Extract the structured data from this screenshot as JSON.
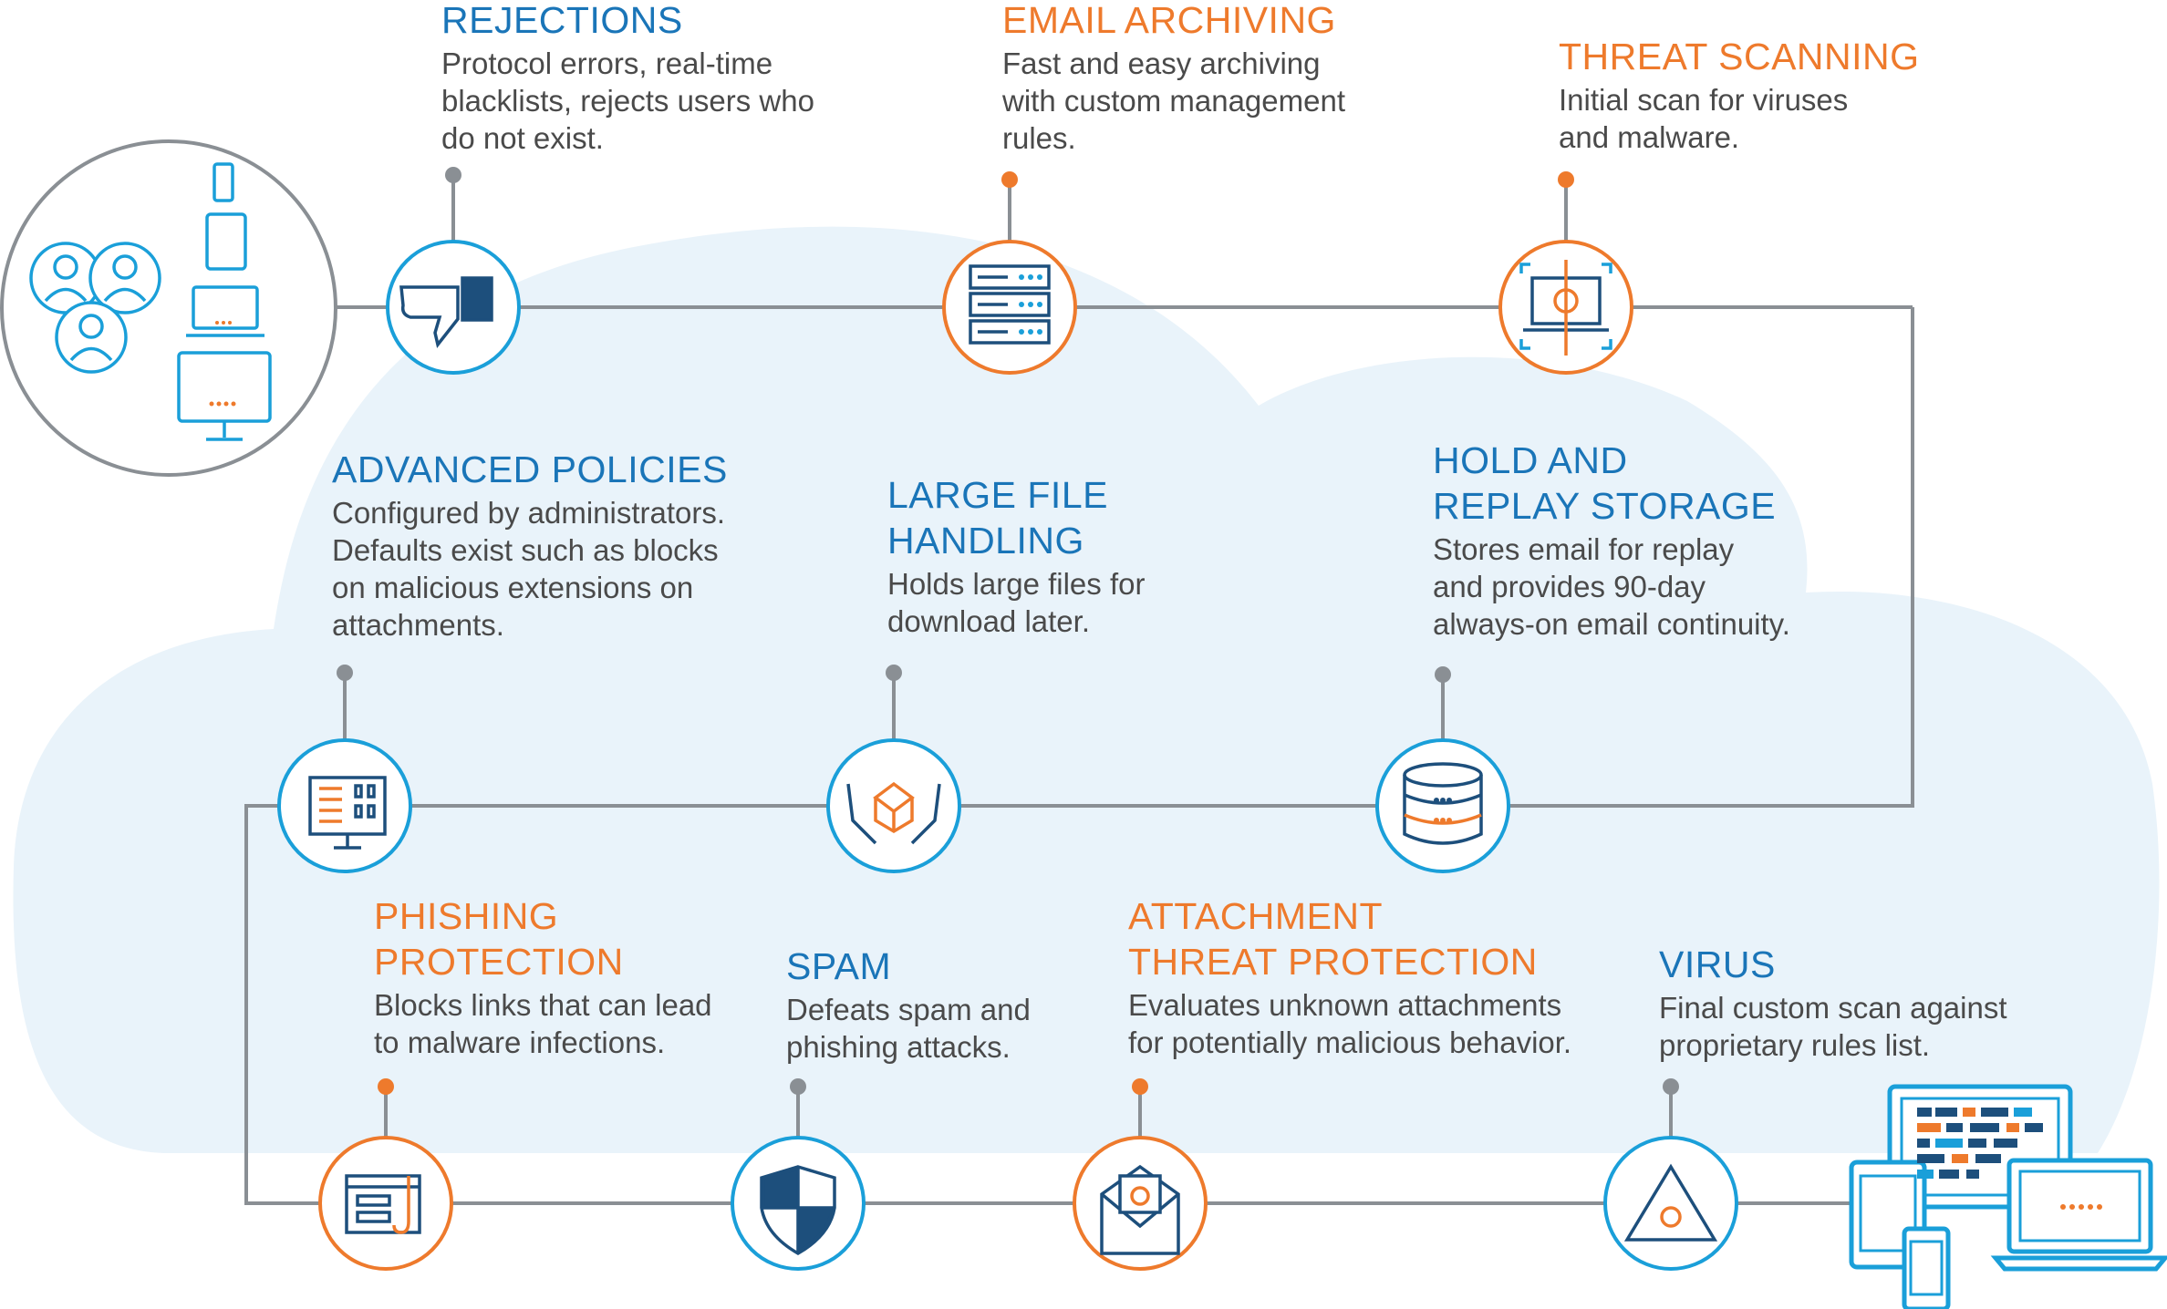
{
  "colors": {
    "blue": "#1a9fd9",
    "orange": "#ee7a2c",
    "title_blue": "#1a75b8",
    "line_gray": "#8a8f94",
    "cloud": "#e9f3fa",
    "navy": "#1d4f7c"
  },
  "steps": {
    "rejections": {
      "title": [
        "REJECTIONS"
      ],
      "desc": [
        "Protocol errors, real-time",
        "blacklists, rejects users who",
        "do not exist."
      ],
      "icon": "thumbs-down-icon"
    },
    "email_archiving": {
      "title": [
        "EMAIL ARCHIVING"
      ],
      "desc": [
        "Fast and easy archiving",
        "with custom management",
        "rules."
      ],
      "icon": "server-rack-icon"
    },
    "threat_scanning": {
      "title": [
        "THREAT SCANNING"
      ],
      "desc": [
        "Initial scan for viruses",
        "and malware."
      ],
      "icon": "bug-scan-laptop-icon"
    },
    "advanced_policies": {
      "title": [
        "ADVANCED POLICIES"
      ],
      "desc": [
        "Configured by administrators.",
        "Defaults exist such as blocks",
        "on malicious extensions on",
        "attachments."
      ],
      "icon": "policy-monitor-icon"
    },
    "large_file_handling": {
      "title": [
        "LARGE FILE",
        "HANDLING"
      ],
      "desc": [
        "Holds large files for",
        "download later."
      ],
      "icon": "hands-box-icon"
    },
    "hold_and_replay": {
      "title": [
        "HOLD AND",
        "REPLAY STORAGE"
      ],
      "desc": [
        "Stores email for replay",
        "and provides 90-day",
        "always-on email continuity."
      ],
      "icon": "database-icon"
    },
    "phishing_protection": {
      "title": [
        "PHISHING",
        "PROTECTION"
      ],
      "desc": [
        "Blocks links that can lead",
        "to malware infections."
      ],
      "icon": "phishing-hook-icon"
    },
    "spam": {
      "title": [
        "SPAM"
      ],
      "desc": [
        "Defeats spam and",
        "phishing attacks."
      ],
      "icon": "shield-icon"
    },
    "attachment_threat_protection": {
      "title": [
        "ATTACHMENT",
        "THREAT PROTECTION"
      ],
      "desc": [
        "Evaluates unknown attachments",
        "for potentially malicious behavior."
      ],
      "icon": "envelope-bug-icon"
    },
    "virus": {
      "title": [
        "VIRUS"
      ],
      "desc": [
        "Final custom scan against",
        "proprietary rules list."
      ],
      "icon": "warning-bug-icon"
    }
  }
}
